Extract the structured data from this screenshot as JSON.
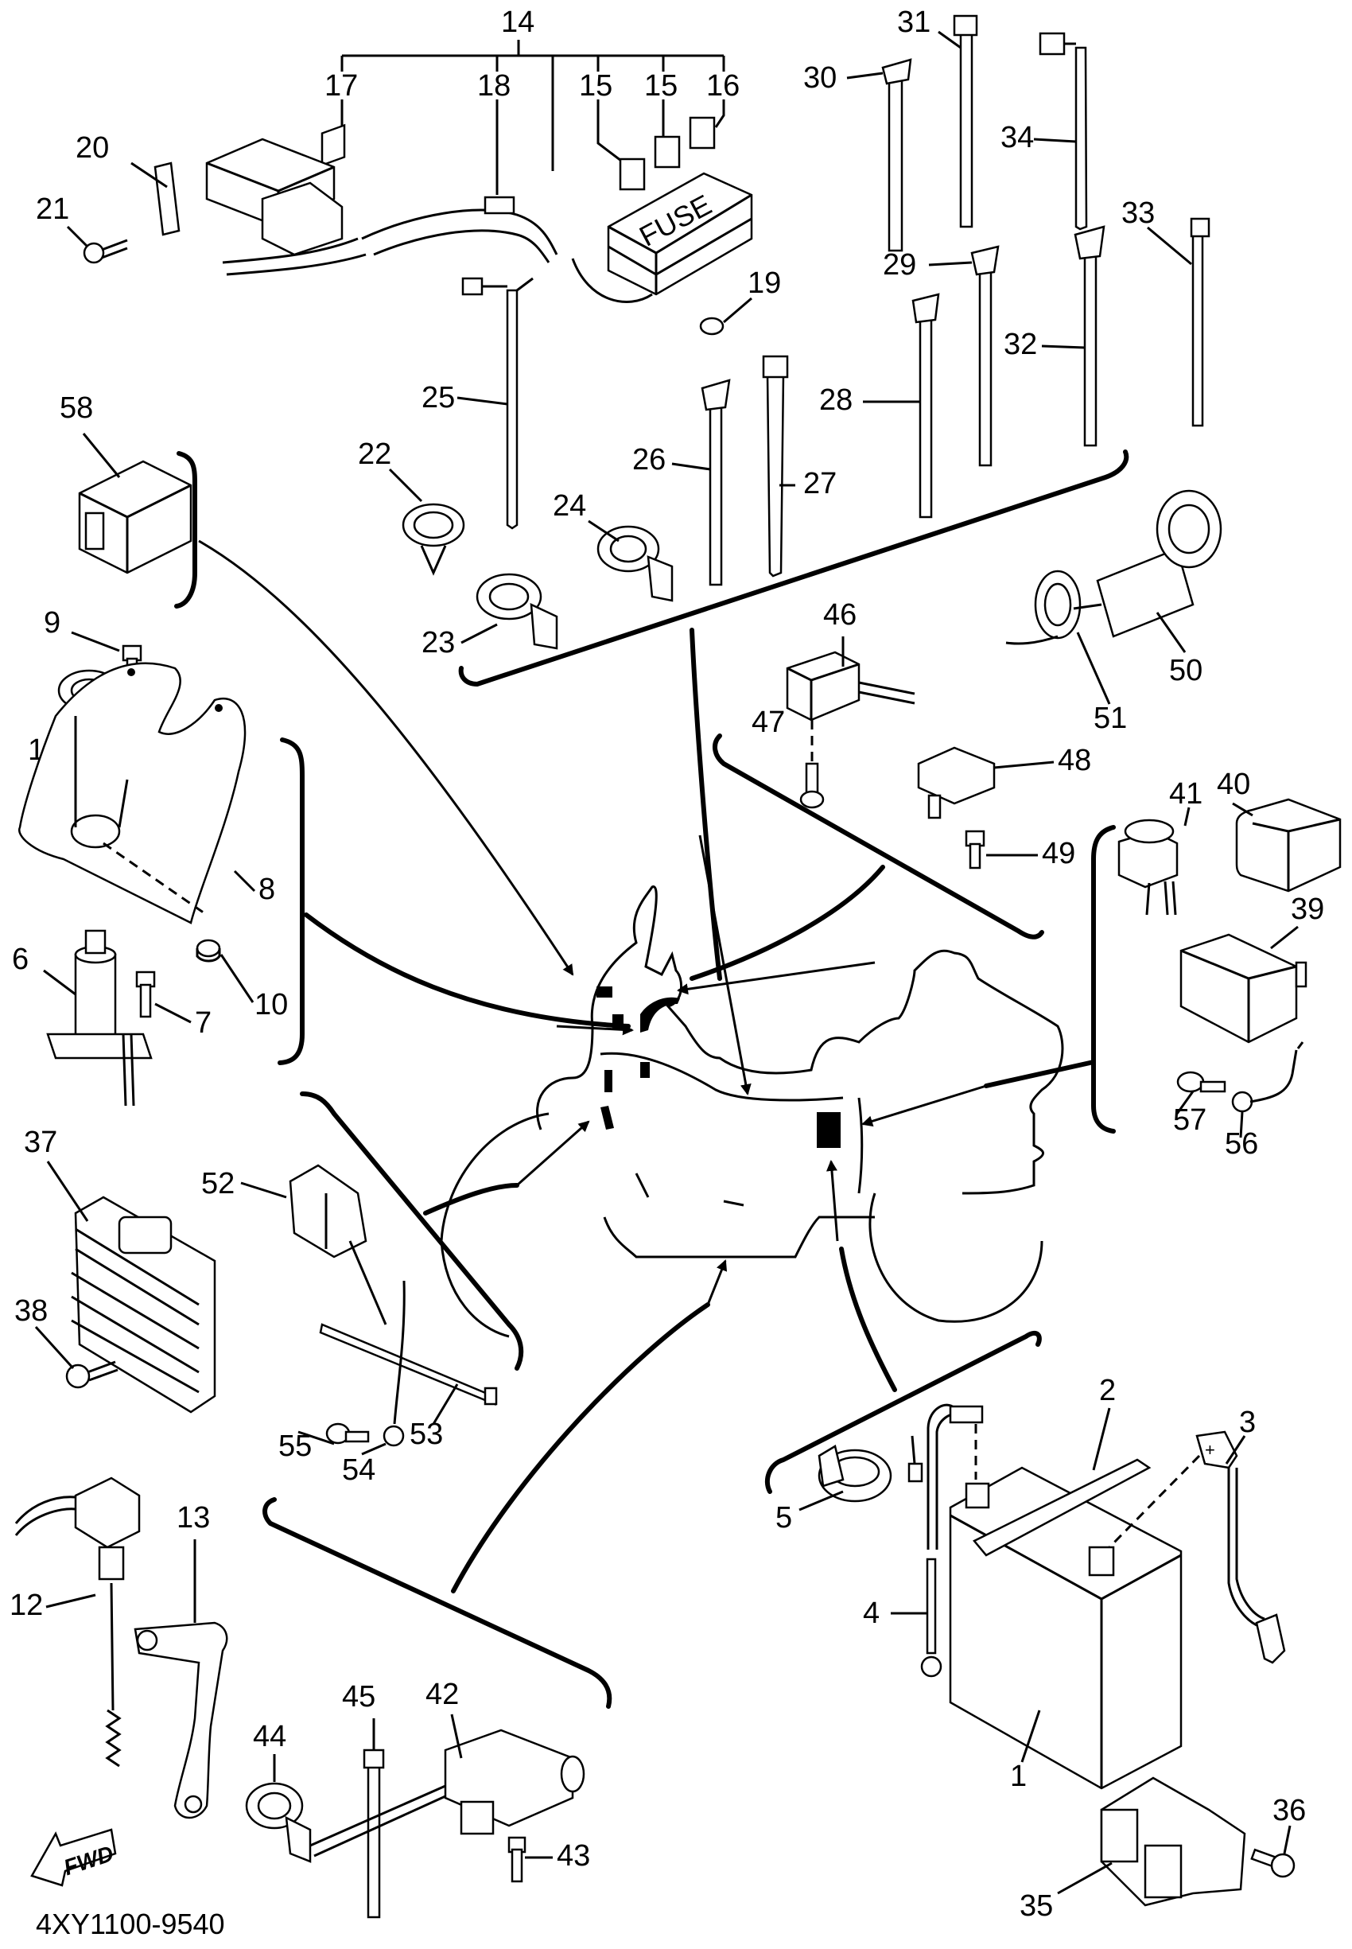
{
  "diagram": {
    "title_code": "4XY1100-9540",
    "fwd_label": "FWD",
    "fuse_box_text": "FUSE",
    "battery_plus": "+",
    "part_labels": {
      "p1": "1",
      "p2": "2",
      "p3": "3",
      "p4": "4",
      "p5": "5",
      "p6": "6",
      "p7": "7",
      "p8": "8",
      "p9": "9",
      "p10": "10",
      "p11": "11",
      "p12": "12",
      "p13": "13",
      "p14": "14",
      "p15a": "15",
      "p15b": "15",
      "p16": "16",
      "p17": "17",
      "p18": "18",
      "p19": "19",
      "p20": "20",
      "p21": "21",
      "p22": "22",
      "p23": "23",
      "p24": "24",
      "p25": "25",
      "p26": "26",
      "p27": "27",
      "p28": "28",
      "p29": "29",
      "p30": "30",
      "p31": "31",
      "p32": "32",
      "p33": "33",
      "p34": "34",
      "p35": "35",
      "p36": "36",
      "p37": "37",
      "p38": "38",
      "p39": "39",
      "p40": "40",
      "p41": "41",
      "p42": "42",
      "p43": "43",
      "p44": "44",
      "p45": "45",
      "p46": "46",
      "p47": "47",
      "p48": "48",
      "p49": "49",
      "p50": "50",
      "p51": "51",
      "p52": "52",
      "p53": "53",
      "p54": "54",
      "p55": "55",
      "p56": "56",
      "p57": "57",
      "p58": "58"
    }
  }
}
